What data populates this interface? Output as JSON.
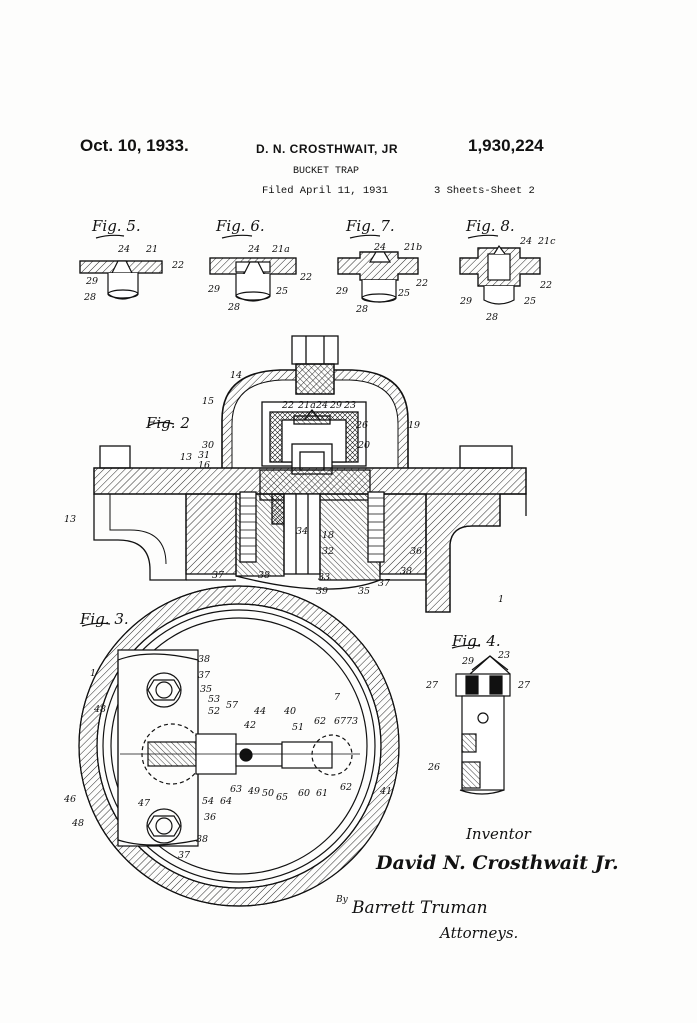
{
  "header": {
    "date": "Oct. 10, 1933.",
    "inventor": "D. N. CROSTHWAIT, JR",
    "patent_number": "1,930,224",
    "title": "BUCKET TRAP",
    "filed": "Filed April 11, 1931",
    "sheets": "3 Sheets-Sheet 2"
  },
  "figures": {
    "fig5": "Fig. 5.",
    "fig6": "Fig. 6.",
    "fig7": "Fig. 7.",
    "fig8": "Fig. 8.",
    "fig2": "Fig. 2",
    "fig3": "Fig. 3.",
    "fig4": "Fig. 4."
  },
  "reference_numerals": {
    "fig5": [
      "24",
      "21",
      "22",
      "29",
      "28"
    ],
    "fig6": [
      "24",
      "21a",
      "22",
      "29",
      "25",
      "28"
    ],
    "fig7": [
      "24",
      "21b",
      "22",
      "29",
      "25",
      "28"
    ],
    "fig8": [
      "24",
      "21c",
      "22",
      "29",
      "25",
      "28"
    ],
    "fig2": [
      "14",
      "15",
      "22",
      "21a",
      "24",
      "29",
      "23",
      "26",
      "19",
      "20",
      "30",
      "31",
      "13",
      "16",
      "13",
      "34",
      "18",
      "32",
      "36",
      "37",
      "38",
      "33",
      "39",
      "35",
      "37",
      "38",
      "1"
    ],
    "fig3": [
      "1",
      "38",
      "37",
      "48",
      "35",
      "53",
      "52",
      "57",
      "44",
      "42",
      "40",
      "7",
      "62",
      "67",
      "73",
      "51",
      "46",
      "47",
      "48",
      "54",
      "64",
      "63",
      "49",
      "50",
      "65",
      "60",
      "61",
      "62",
      "41",
      "36",
      "38",
      "37"
    ],
    "fig4": [
      "29",
      "23",
      "27",
      "27",
      "26"
    ]
  },
  "signatures": {
    "inventor_label": "Inventor",
    "inventor_name": "David N. Crosthwait Jr.",
    "by": "By",
    "attorney_name": "Barrett Truman",
    "attorney_label": "Attorneys."
  },
  "colors": {
    "ink": "#111111",
    "paper": "#fdfdfc"
  }
}
